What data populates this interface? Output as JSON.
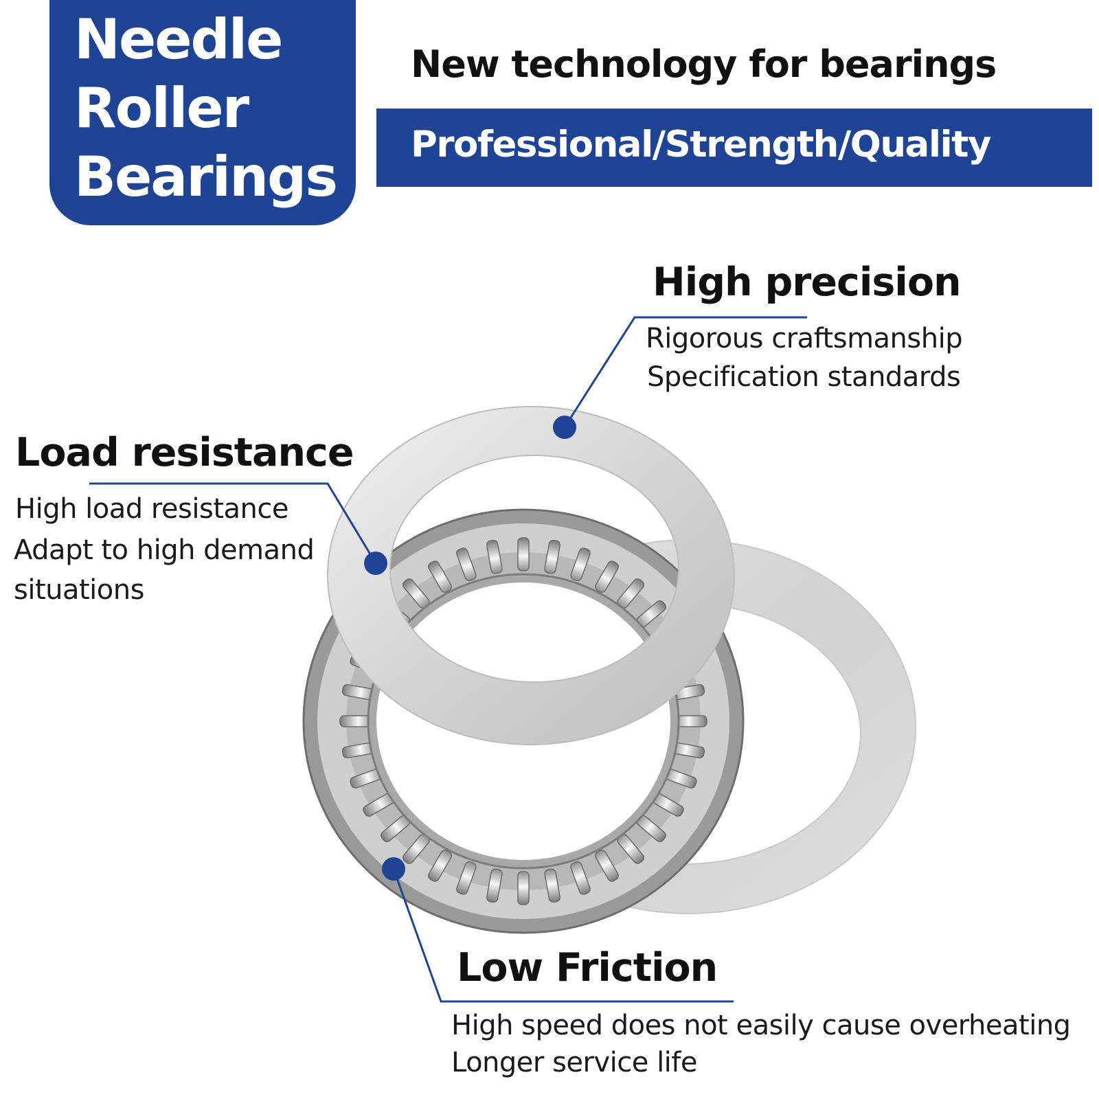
{
  "title": {
    "line1": "Needle",
    "line2": "Roller",
    "line3": "Bearings"
  },
  "headline": "New technology for bearings",
  "banner": "Professional/Strength/Quality",
  "features": {
    "high_precision": {
      "title": "High precision",
      "line1": "Rigorous craftsmanship",
      "line2": "Specification standards"
    },
    "load_resistance": {
      "title": "Load resistance",
      "line1": "High load resistance",
      "line2": "Adapt to high demand",
      "line3": "situations"
    },
    "low_friction": {
      "title": "Low Friction",
      "line1": "High speed does not easily cause overheating",
      "line2": "Longer service life"
    }
  },
  "colors": {
    "brand_blue": "#1f4395",
    "text": "#111111",
    "steel": "#d6d6d6"
  },
  "icons": [
    "callout-dot-icon"
  ]
}
